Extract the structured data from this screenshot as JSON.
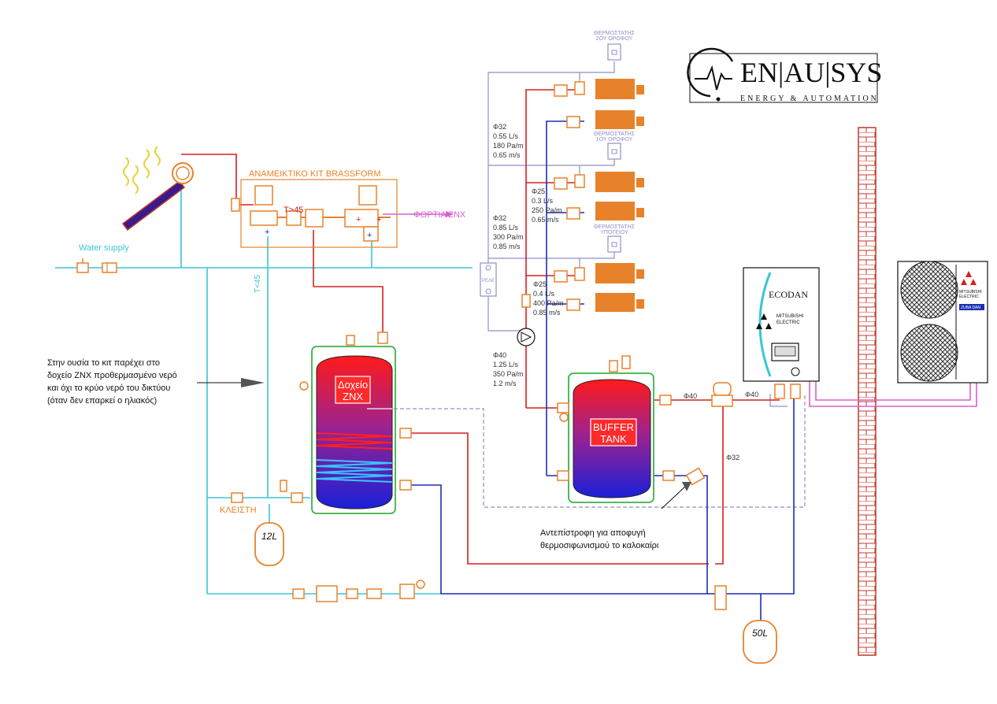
{
  "logo": {
    "brand": "EN|AU|SYS",
    "tagline": "ENERGY & AUTOMATION"
  },
  "labels": {
    "water_supply": "Water supply",
    "kit_title": "ΑΝΑΜΕΙΚΤΙΚΟ ΚΙΤ BRASSFORM",
    "t_gt_45": "T>45",
    "t_lt_45": "T<45",
    "dhw_loads": "ΦΟΡΤΙΑ ΖΝΧ",
    "dhw_tank_line1": "Δοχείο",
    "dhw_tank_line2": "ΖΝΧ",
    "buffer_line1": "BUFFER",
    "buffer_line2": "TANK",
    "closed": "ΚΛΕΙΣΤΗ",
    "vessel_12": "12L",
    "vessel_50": "50L",
    "relay": "ΡΕΛΕ",
    "phi40_a": "Φ40",
    "phi40_b": "Φ40",
    "phi32_side": "Φ32",
    "ecodan": "ECODAN",
    "mitsubishi_1": "MITSUBISHI",
    "mitsubishi_2": "ELECTRIC",
    "outdoor_brand_1": "MITSUBISHI",
    "outdoor_brand_2": "ELECTRIC",
    "outdoor_zubadan": "ZUBA DAN"
  },
  "thermostats": [
    {
      "line1": "ΘΕΡΜΟΣΤΑΤΗΣ",
      "line2": "2ΟΥ ΟΡΟΦΟΥ"
    },
    {
      "line1": "ΘΕΡΜΟΣΤΑΤΗΣ",
      "line2": "1ΟΥ ΟΡΟΦΟΥ"
    },
    {
      "line1": "ΘΕΡΜΟΣΤΑΤΗΣ",
      "line2": "ΥΠΟΓΕΙΟΥ"
    }
  ],
  "pipe_specs": [
    {
      "lines": [
        "Φ32",
        "0.55 L/s",
        "180 Pa/m",
        "0.65 m/s"
      ]
    },
    {
      "lines": [
        "Φ32",
        "0.85 L/s",
        "300 Pa/m",
        "0.85 m/s"
      ]
    },
    {
      "lines": [
        "Φ40",
        "1.25 L/s",
        "350 Pa/m",
        "1.2 m/s"
      ]
    },
    {
      "lines": [
        "Φ25",
        "0.3 L/s",
        "250 Pa/m",
        "0.65 m/s"
      ]
    },
    {
      "lines": [
        "Φ25",
        "0.4 L/s",
        "400 Pa/m",
        "0.85 m/s"
      ]
    }
  ],
  "notes": {
    "kit_note": [
      "Στην ουσία το κιτ παρέχει στο",
      "δοχείο ΖΝΧ προθερμασμένο νερό",
      "και όχι το κρύο νερό του δικτύου",
      "(όταν δεν επαρκεί ο ηλιακός)"
    ],
    "check_valve_note": [
      "Αντεπίστροφη για αποφυγή",
      "θερμοσιφωνισμού το καλοκαίρι"
    ]
  },
  "colors": {
    "hot": "#d42020",
    "cold": "#1c2fb0",
    "supply": "#39c6d6",
    "fitting": "#e8822a",
    "control": "#8f8fc8",
    "green": "#3ab34a",
    "pink": "#d85fd1",
    "brick": "#c0392b"
  }
}
